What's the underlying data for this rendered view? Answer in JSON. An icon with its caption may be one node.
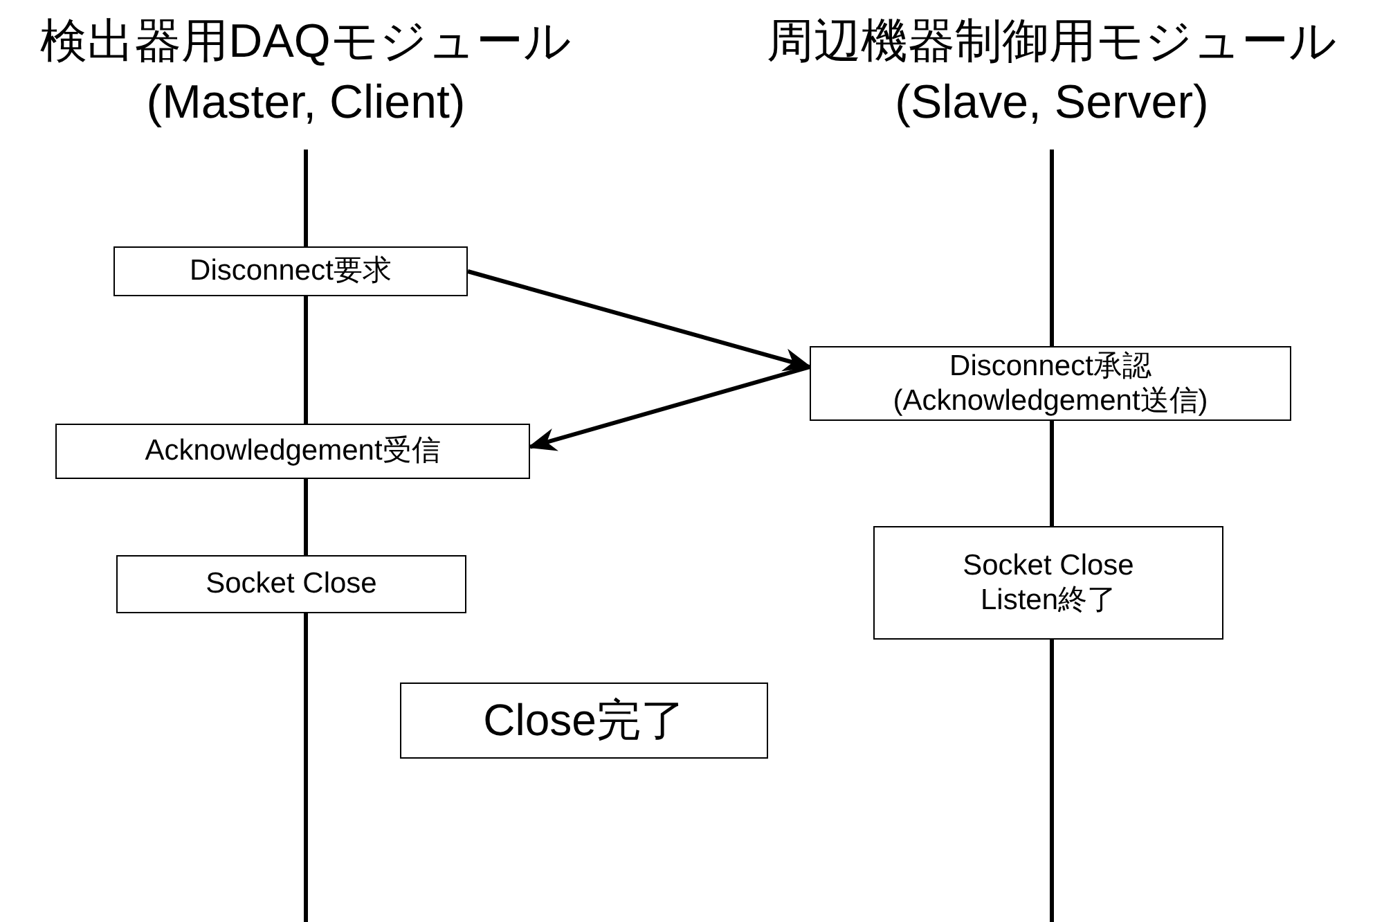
{
  "diagram": {
    "nodes": [
      {
        "text": [
          "Disconnect要求"
        ]
      },
      {
        "text": [
          "Disconnect承認 (Acknowledgement送信)"
        ]
      },
      {
        "text": [
          "Acknowledgement受信"
        ]
      },
      {
        "text": [
          "Socket Close"
        ]
      },
      {
        "text": [
          "Socket Close Listen終了"
        ]
      },
      {
        "text": [
          "Close完了"
        ]
      }
    ],
    "edges": [
      {
        "from": 0,
        "to": 1,
        "arrow": "to"
      },
      {
        "from": 1,
        "to": 2,
        "arrow": "to"
      }
    ],
    "labels": [
      "検出器用DAQモジュール",
      "(Master, Client)",
      "周辺機器制御用モジュール",
      "(Slave, Server)"
    ]
  }
}
